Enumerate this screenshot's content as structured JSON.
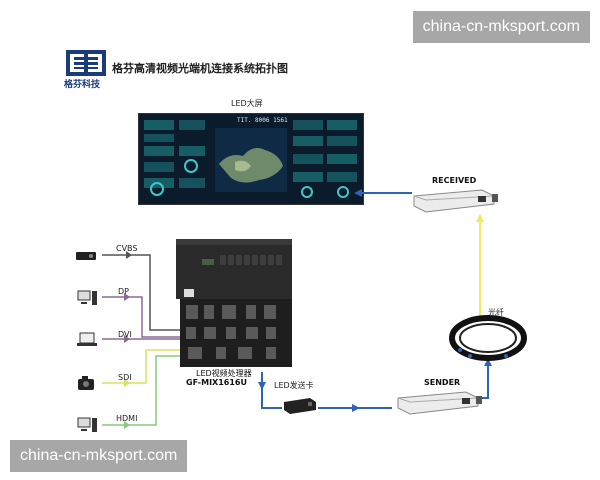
{
  "watermark": {
    "top": "china-cn-mksport.com",
    "bottom": "china-cn-mksport.com"
  },
  "logo": {
    "text": "格芬科技"
  },
  "title": "格芬高清视频光端机连接系统拓扑图",
  "screen": {
    "label": "LED大屏",
    "overlay": "TIT. 8006    1561"
  },
  "receiver": {
    "label": "RECEIVED"
  },
  "sender": {
    "label": "SENDER"
  },
  "fiber": {
    "label": "光纤"
  },
  "processor": {
    "line1": "LED视频处理器",
    "line2": "GF-MIX1616U"
  },
  "sending_card": {
    "label": "LED发送卡"
  },
  "sources": [
    {
      "label": "CVBS",
      "icon": "projector-icon",
      "line_color": "#555555"
    },
    {
      "label": "DP",
      "icon": "desktop-pc-icon",
      "line_color": "#8a6b8f"
    },
    {
      "label": "DVI",
      "icon": "laptop-icon",
      "line_color": "#8a6b8f"
    },
    {
      "label": "SDI",
      "icon": "camera-icon",
      "line_color": "#d7e35b"
    },
    {
      "label": "HDMI",
      "icon": "desktop-pc-icon",
      "line_color": "#88c97a"
    }
  ],
  "colors": {
    "cable_blue": "#2f63b6",
    "fiber_yellow": "#f2ea5a",
    "logo_blue": "#1a3c7a"
  }
}
